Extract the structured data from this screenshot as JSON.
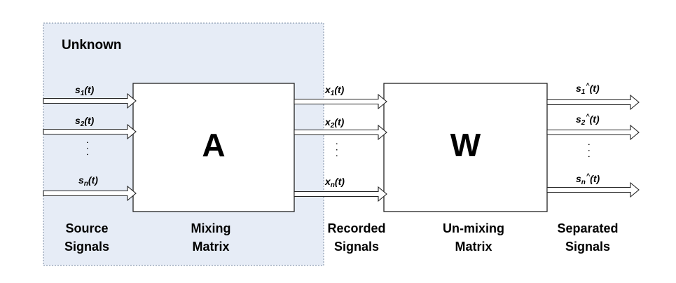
{
  "unknown_region": {
    "label": "Unknown",
    "fill": "#e6ecf6",
    "border": "#8f9eb2"
  },
  "mixing_block": {
    "symbol": "A",
    "caption_line1": "Mixing",
    "caption_line2": "Matrix"
  },
  "unmixing_block": {
    "symbol": "W",
    "caption_line1": "Un-mixing",
    "caption_line2": "Matrix"
  },
  "sources": {
    "caption_line1": "Source",
    "caption_line2": "Signals",
    "items": [
      {
        "base": "s",
        "sub": "1",
        "arg": "(t)"
      },
      {
        "base": "s",
        "sub": "2",
        "arg": "(t)"
      },
      {
        "base": "s",
        "sub": "n",
        "arg": "(t)"
      }
    ],
    "ellipsis": "· · ·"
  },
  "recorded": {
    "caption_line1": "Recorded",
    "caption_line2": "Signals",
    "items": [
      {
        "base": "x",
        "sub": "1",
        "arg": "(t)"
      },
      {
        "base": "x",
        "sub": "2",
        "arg": "(t)"
      },
      {
        "base": "x",
        "sub": "n",
        "arg": "(t)"
      }
    ],
    "ellipsis": "· · ·"
  },
  "separated": {
    "caption_line1": "Separated",
    "caption_line2": "Signals",
    "items": [
      {
        "base": "s",
        "sub": "1",
        "hat": "^",
        "arg": "(t)"
      },
      {
        "base": "s",
        "sub": "2",
        "hat": "^",
        "arg": "(t)"
      },
      {
        "base": "s",
        "sub": "n",
        "hat": "^",
        "arg": "(t)"
      }
    ],
    "ellipsis": "· · ·"
  }
}
